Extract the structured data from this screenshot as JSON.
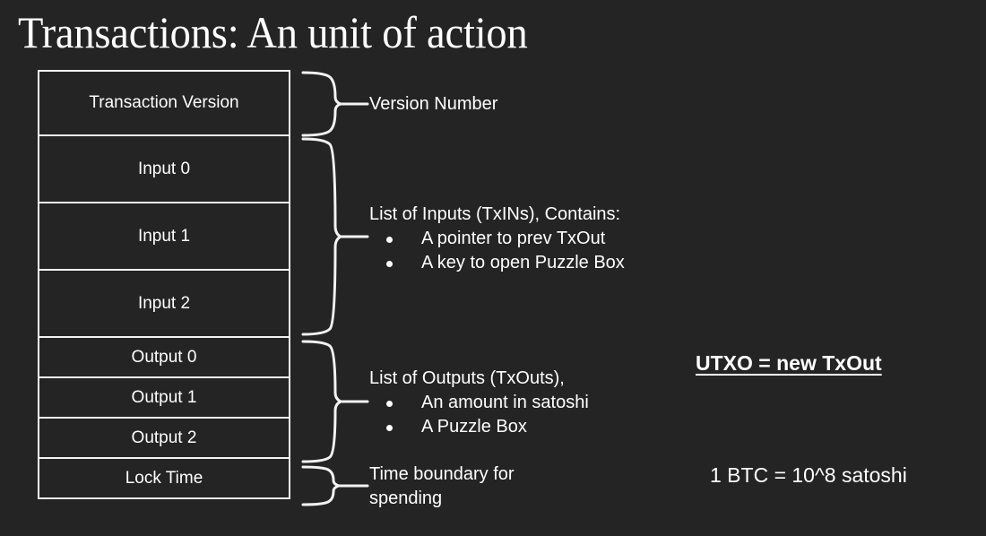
{
  "slide": {
    "title": "Transactions: An unit of action",
    "background_color": "#242424",
    "text_color": "#ffffff",
    "border_color": "#f2f2f2"
  },
  "tx_fields": [
    {
      "label": "Transaction Version",
      "size": "tall"
    },
    {
      "label": "Input 0",
      "size": "tall2"
    },
    {
      "label": "Input 1",
      "size": "tall2"
    },
    {
      "label": "Input 2",
      "size": "tall2"
    },
    {
      "label": "Output 0",
      "size": "short"
    },
    {
      "label": "Output 1",
      "size": "short"
    },
    {
      "label": "Output 2",
      "size": "short"
    },
    {
      "label": "Lock Time",
      "size": "short"
    }
  ],
  "annotations": {
    "version": {
      "heading": "Version Number",
      "items": []
    },
    "inputs": {
      "heading": "List of Inputs (TxINs), Contains:",
      "items": [
        "A pointer to prev TxOut",
        "A key to open Puzzle Box"
      ]
    },
    "outputs": {
      "heading": "List of Outputs (TxOuts),",
      "items": [
        "An amount in satoshi",
        "A Puzzle Box"
      ]
    },
    "locktime": {
      "line1": "Time boundary for",
      "line2": "spending"
    }
  },
  "callouts": {
    "utxo": "UTXO = new TxOut",
    "btc": "1 BTC = 10^8 satoshi"
  }
}
